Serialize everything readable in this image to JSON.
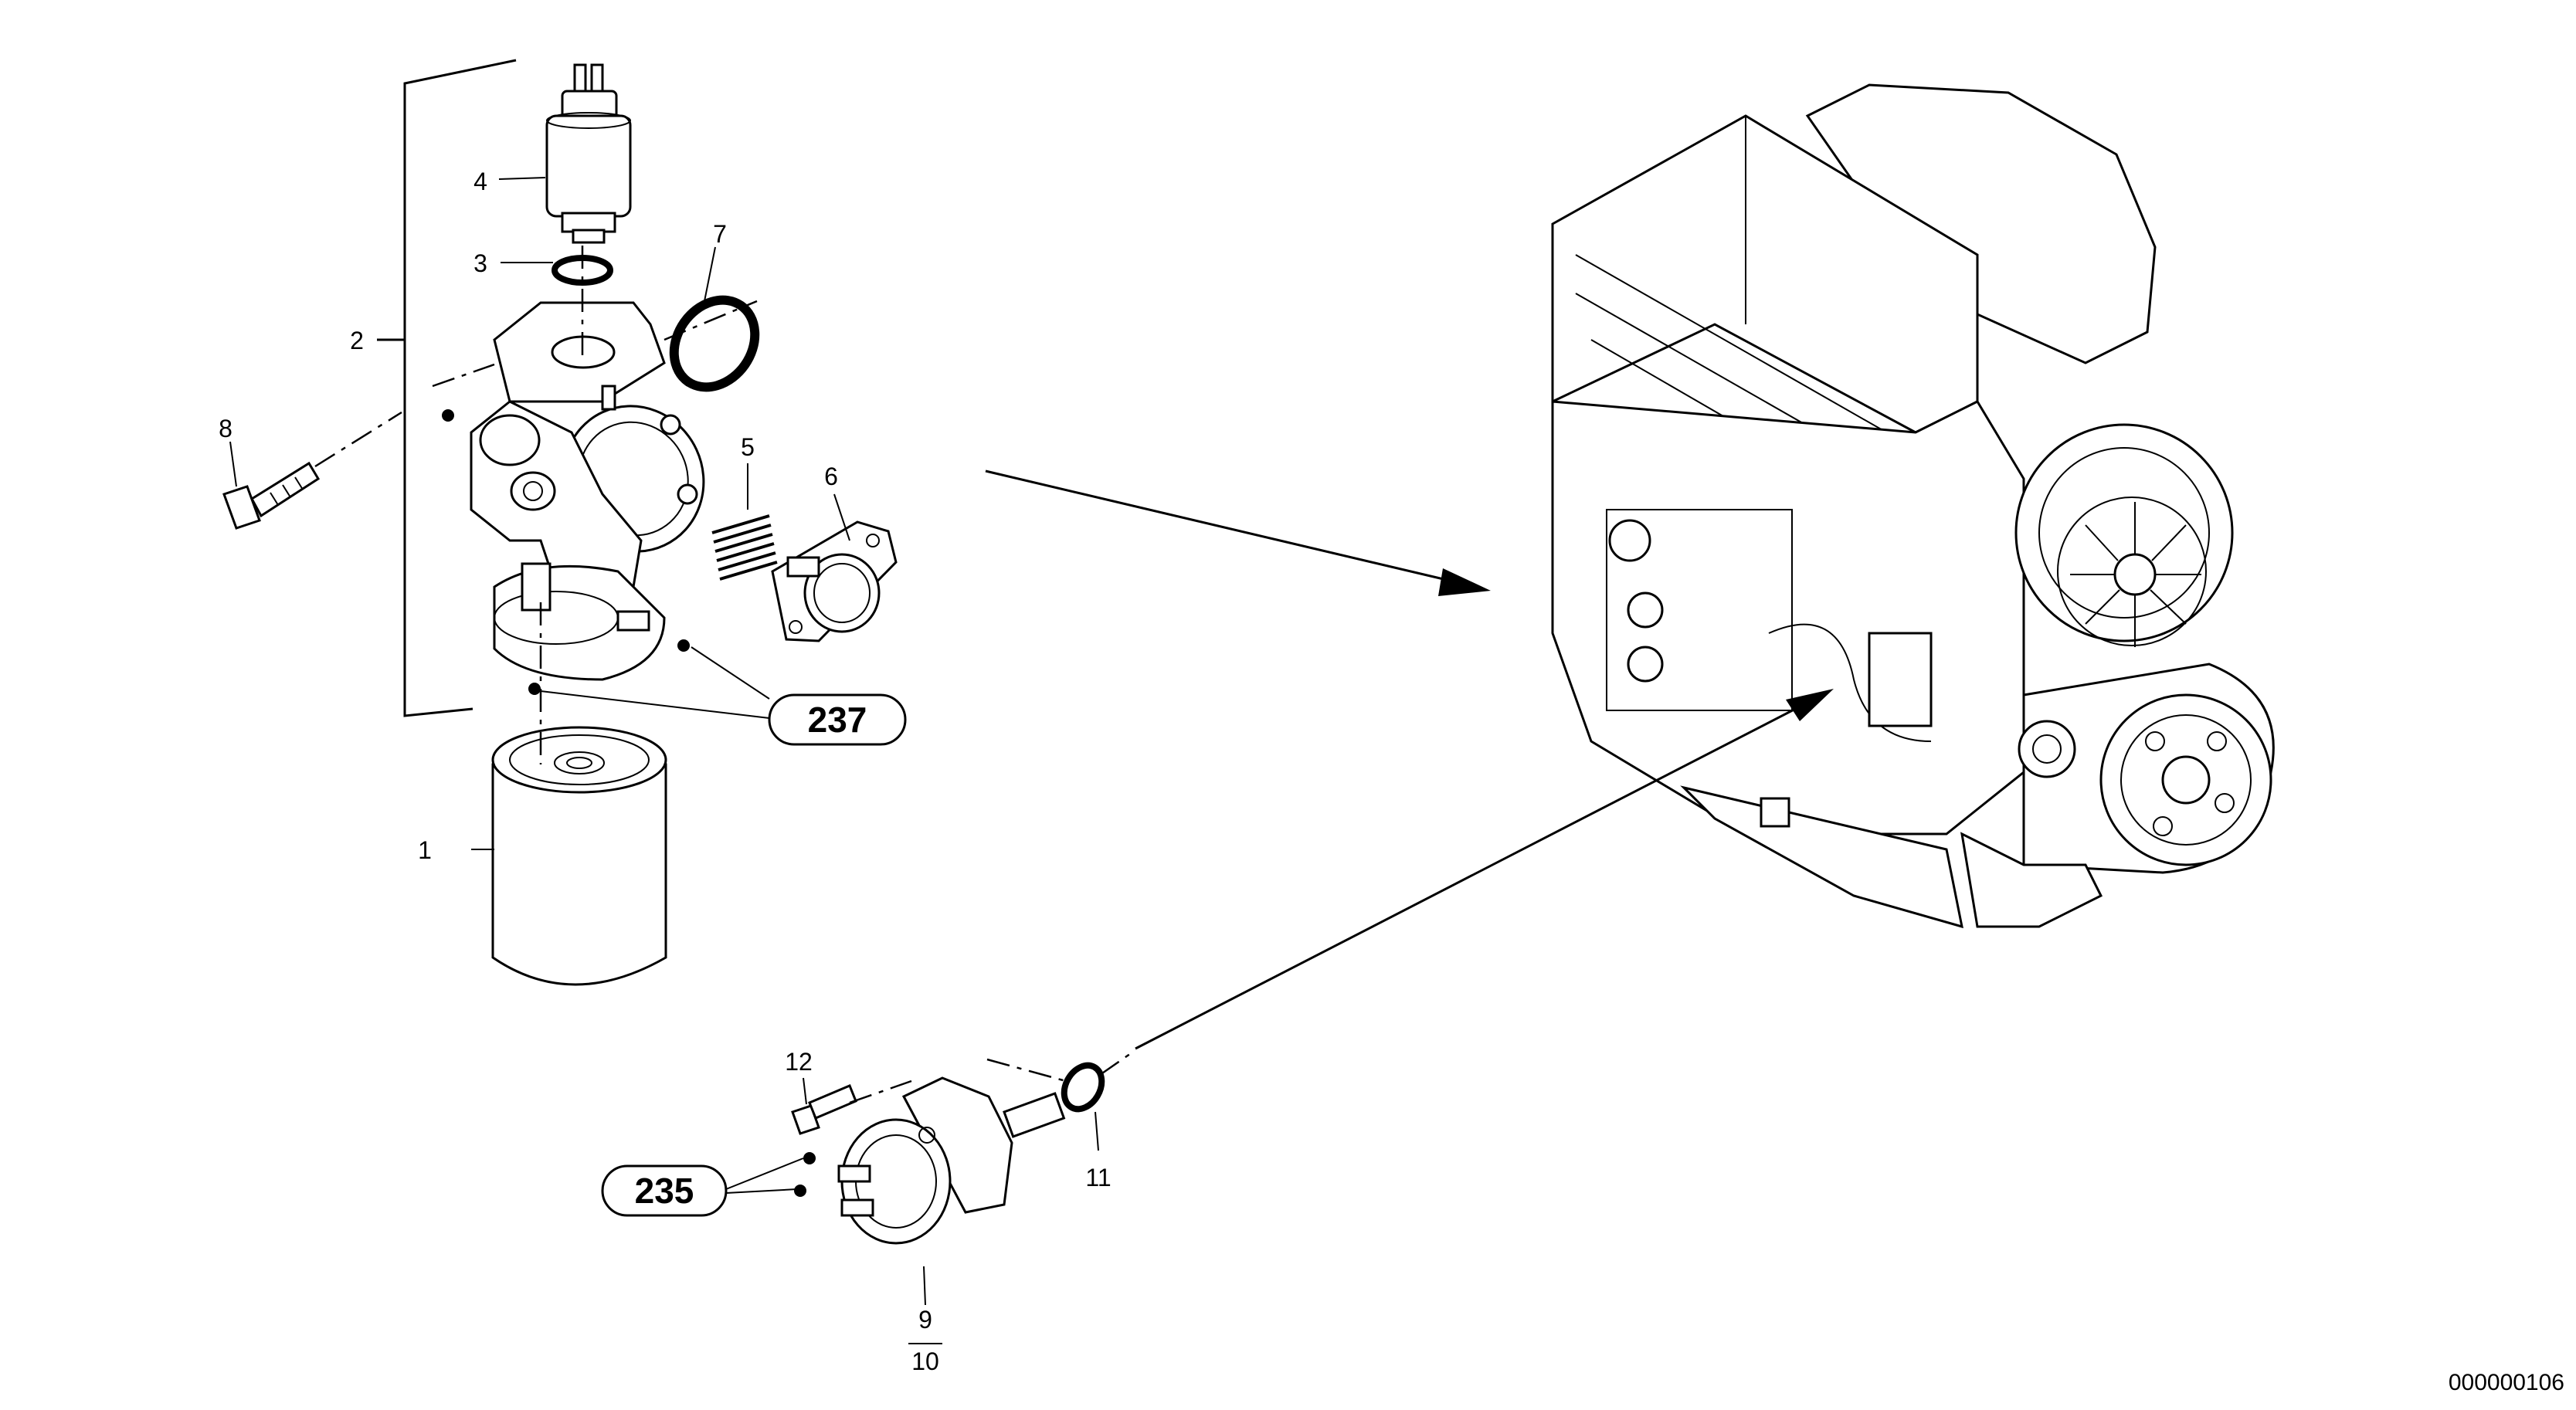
{
  "diagram": {
    "callouts": [
      {
        "id": "1",
        "text": "1"
      },
      {
        "id": "2",
        "text": "2"
      },
      {
        "id": "3",
        "text": "3"
      },
      {
        "id": "4",
        "text": "4"
      },
      {
        "id": "5",
        "text": "5"
      },
      {
        "id": "6",
        "text": "6"
      },
      {
        "id": "7",
        "text": "7"
      },
      {
        "id": "8",
        "text": "8"
      },
      {
        "id": "9",
        "text": "9"
      },
      {
        "id": "10",
        "text": "10"
      },
      {
        "id": "11",
        "text": "11"
      },
      {
        "id": "12",
        "text": "12"
      }
    ],
    "references": [
      {
        "id": "237",
        "text": "237"
      },
      {
        "id": "235",
        "text": "235"
      }
    ],
    "drawing_code": "000000106"
  }
}
